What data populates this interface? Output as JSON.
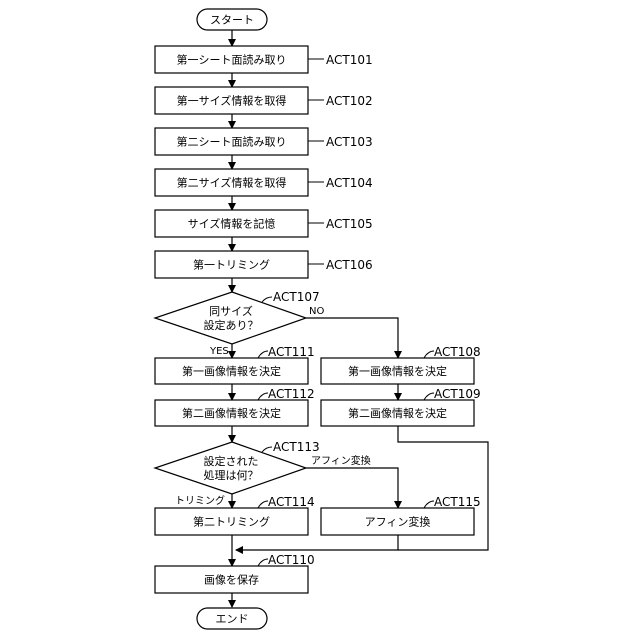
{
  "start": "スタート",
  "end": "エンド",
  "steps": {
    "act101": {
      "label": "第一シート面読み取り",
      "act": "ACT101"
    },
    "act102": {
      "label": "第一サイズ情報を取得",
      "act": "ACT102"
    },
    "act103": {
      "label": "第二シート面読み取り",
      "act": "ACT103"
    },
    "act104": {
      "label": "第二サイズ情報を取得",
      "act": "ACT104"
    },
    "act105": {
      "label": "サイズ情報を記憶",
      "act": "ACT105"
    },
    "act106": {
      "label": "第一トリミング",
      "act": "ACT106"
    },
    "act111": {
      "label": "第一画像情報を決定",
      "act": "ACT111"
    },
    "act112": {
      "label": "第二画像情報を決定",
      "act": "ACT112"
    },
    "act108": {
      "label": "第一画像情報を決定",
      "act": "ACT108"
    },
    "act109": {
      "label": "第二画像情報を決定",
      "act": "ACT109"
    },
    "act114": {
      "label": "第二トリミング",
      "act": "ACT114"
    },
    "act115": {
      "label": "アフィン変換",
      "act": "ACT115"
    },
    "act110": {
      "label": "画像を保存",
      "act": "ACT110"
    }
  },
  "decisions": {
    "act107": {
      "line1": "同サイズ",
      "line2": "設定あり？",
      "act": "ACT107",
      "yes": "YES",
      "no": "NO"
    },
    "act113": {
      "line1": "設定された",
      "line2": "処理は何？",
      "act": "ACT113",
      "left": "トリミング",
      "right": "アフィン変換"
    }
  }
}
